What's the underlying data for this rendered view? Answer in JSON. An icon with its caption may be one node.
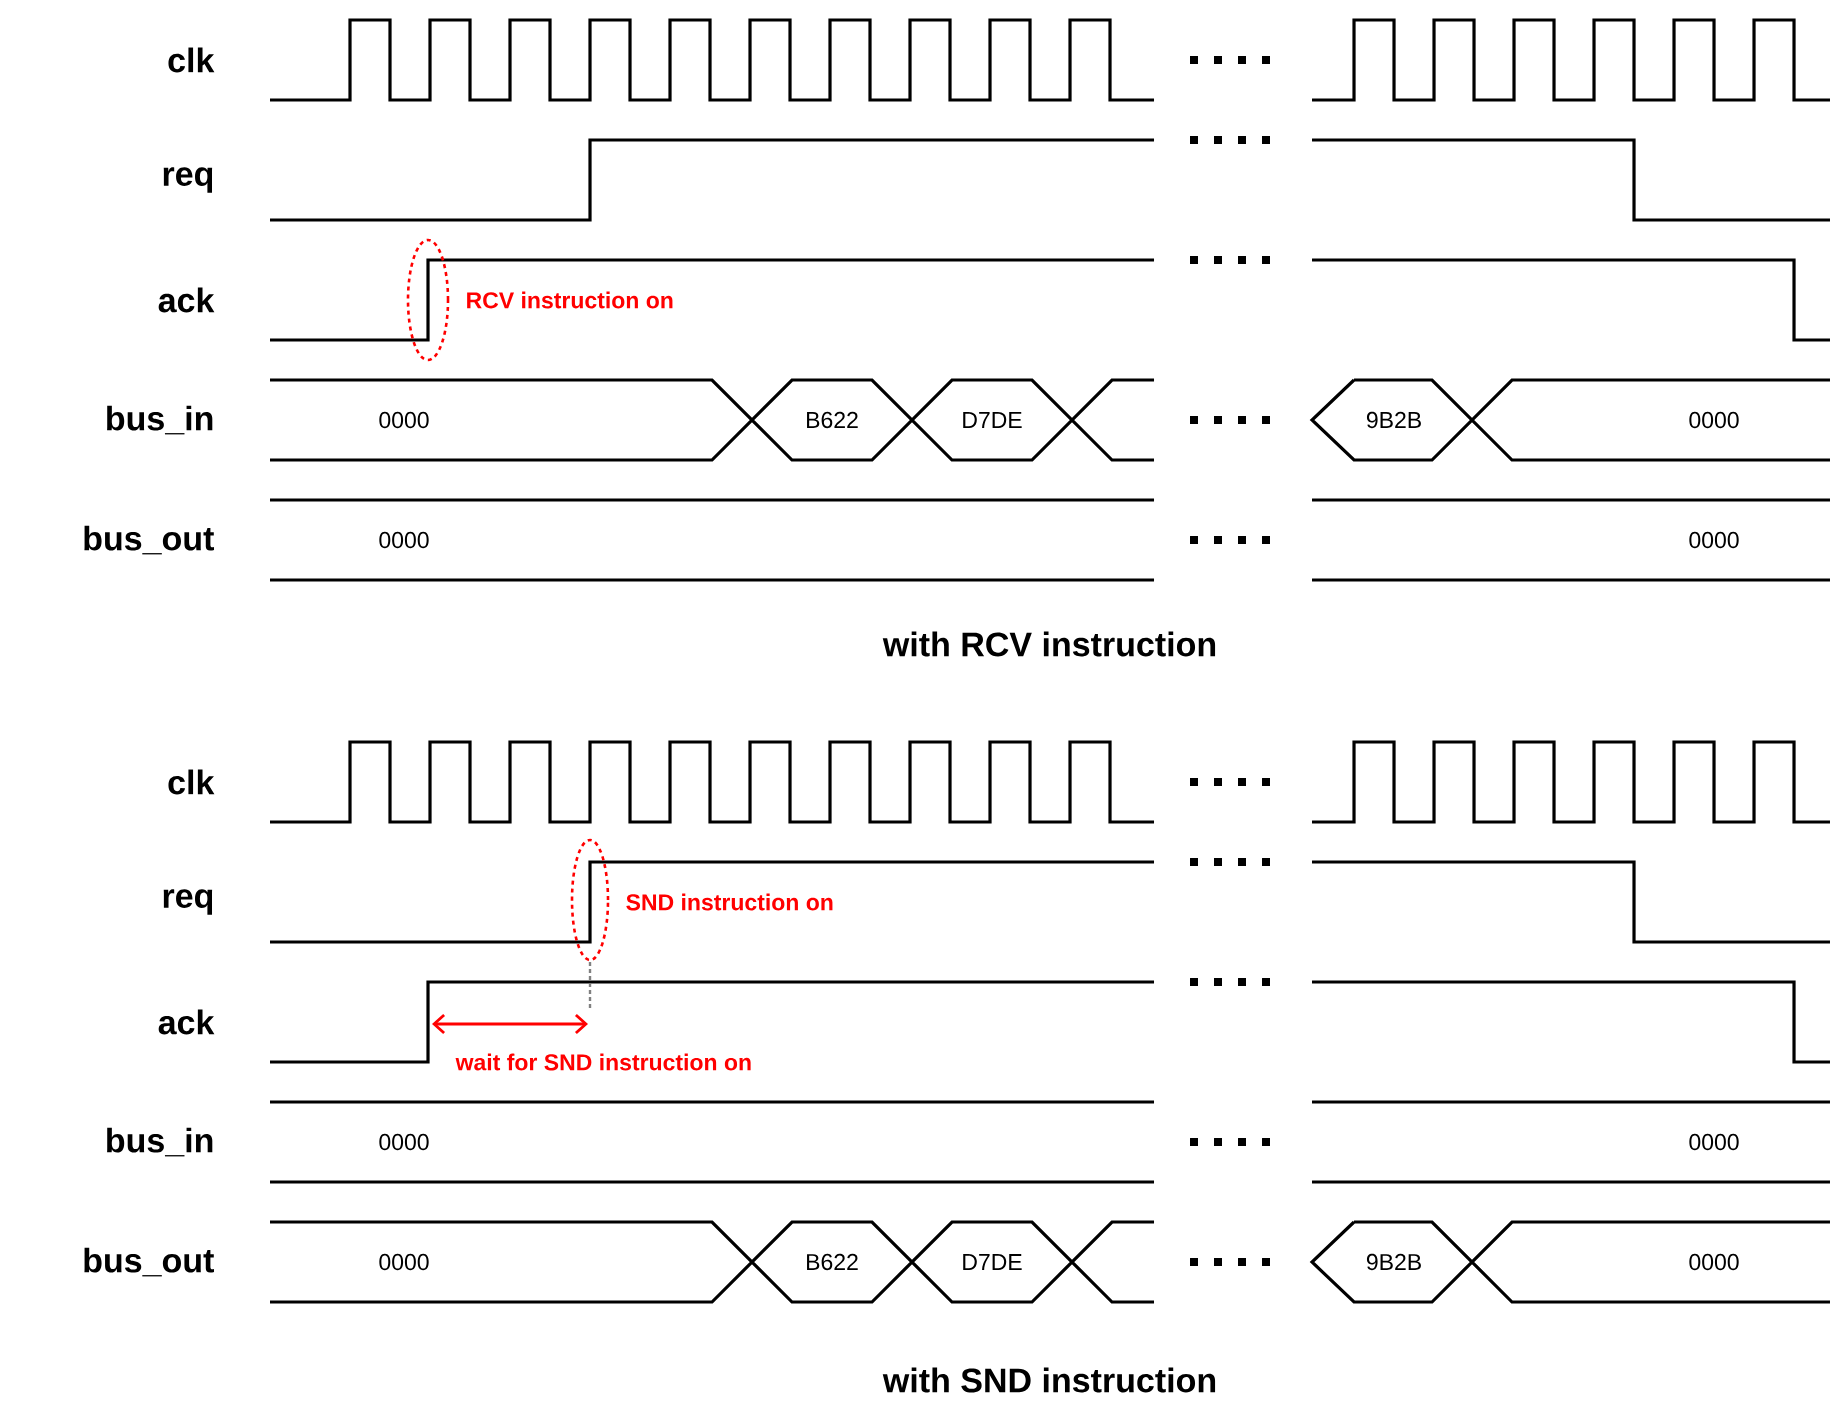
{
  "diagram": {
    "labels": [
      "clk",
      "req",
      "ack",
      "RCV instruction on",
      "bus_in",
      "0000",
      "B622",
      "D7DE",
      "9B2B",
      "0000",
      "bus_out",
      "0000",
      "0000",
      "with RCV instruction",
      "clk",
      "req",
      "SND instruction on",
      "ack",
      "wait for SND instruction on",
      "bus_in",
      "0000",
      "0000",
      "bus_out",
      "0000",
      "B622",
      "D7DE",
      "9B2B",
      "0000",
      "with SND instruction"
    ]
  }
}
